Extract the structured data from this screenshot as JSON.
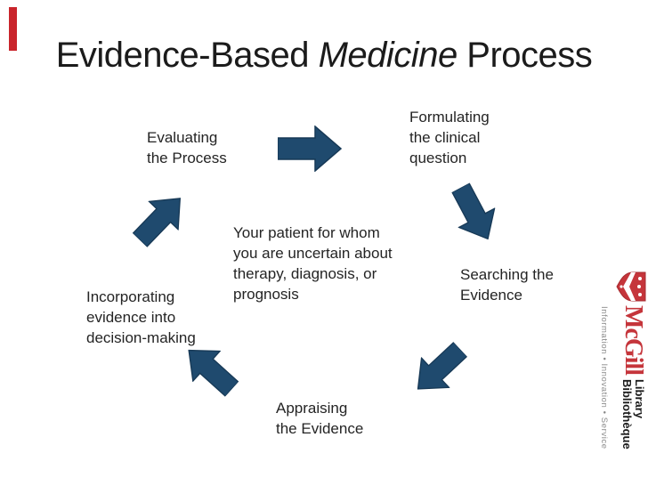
{
  "slide": {
    "title": {
      "pre": "Evidence-Based ",
      "em": "Medicine",
      "post": " Process"
    },
    "steps": [
      {
        "id": "evaluating",
        "label": "Evaluating\nthe Process"
      },
      {
        "id": "formulating",
        "label": "Formulating\nthe clinical\nquestion"
      },
      {
        "id": "searching",
        "label": "Searching the\nEvidence"
      },
      {
        "id": "appraising",
        "label": "Appraising\nthe Evidence"
      },
      {
        "id": "incorporating",
        "label": "Incorporating\nevidence into\ndecision-making"
      }
    ],
    "center_text": "Your patient for whom\nyou are uncertain about\ntherapy, diagnosis, or\nprognosis",
    "colors": {
      "arrow_blue": "#1F4A6E",
      "accent_red": "#C9242B",
      "mcgill_red": "#C5353B",
      "tagline_gray": "#8A8A8A"
    }
  },
  "branding": {
    "wordmark": "McGill",
    "unit_en": "Library",
    "unit_fr": "Bibliothèque",
    "tagline": "Information • Innovation • Service"
  }
}
